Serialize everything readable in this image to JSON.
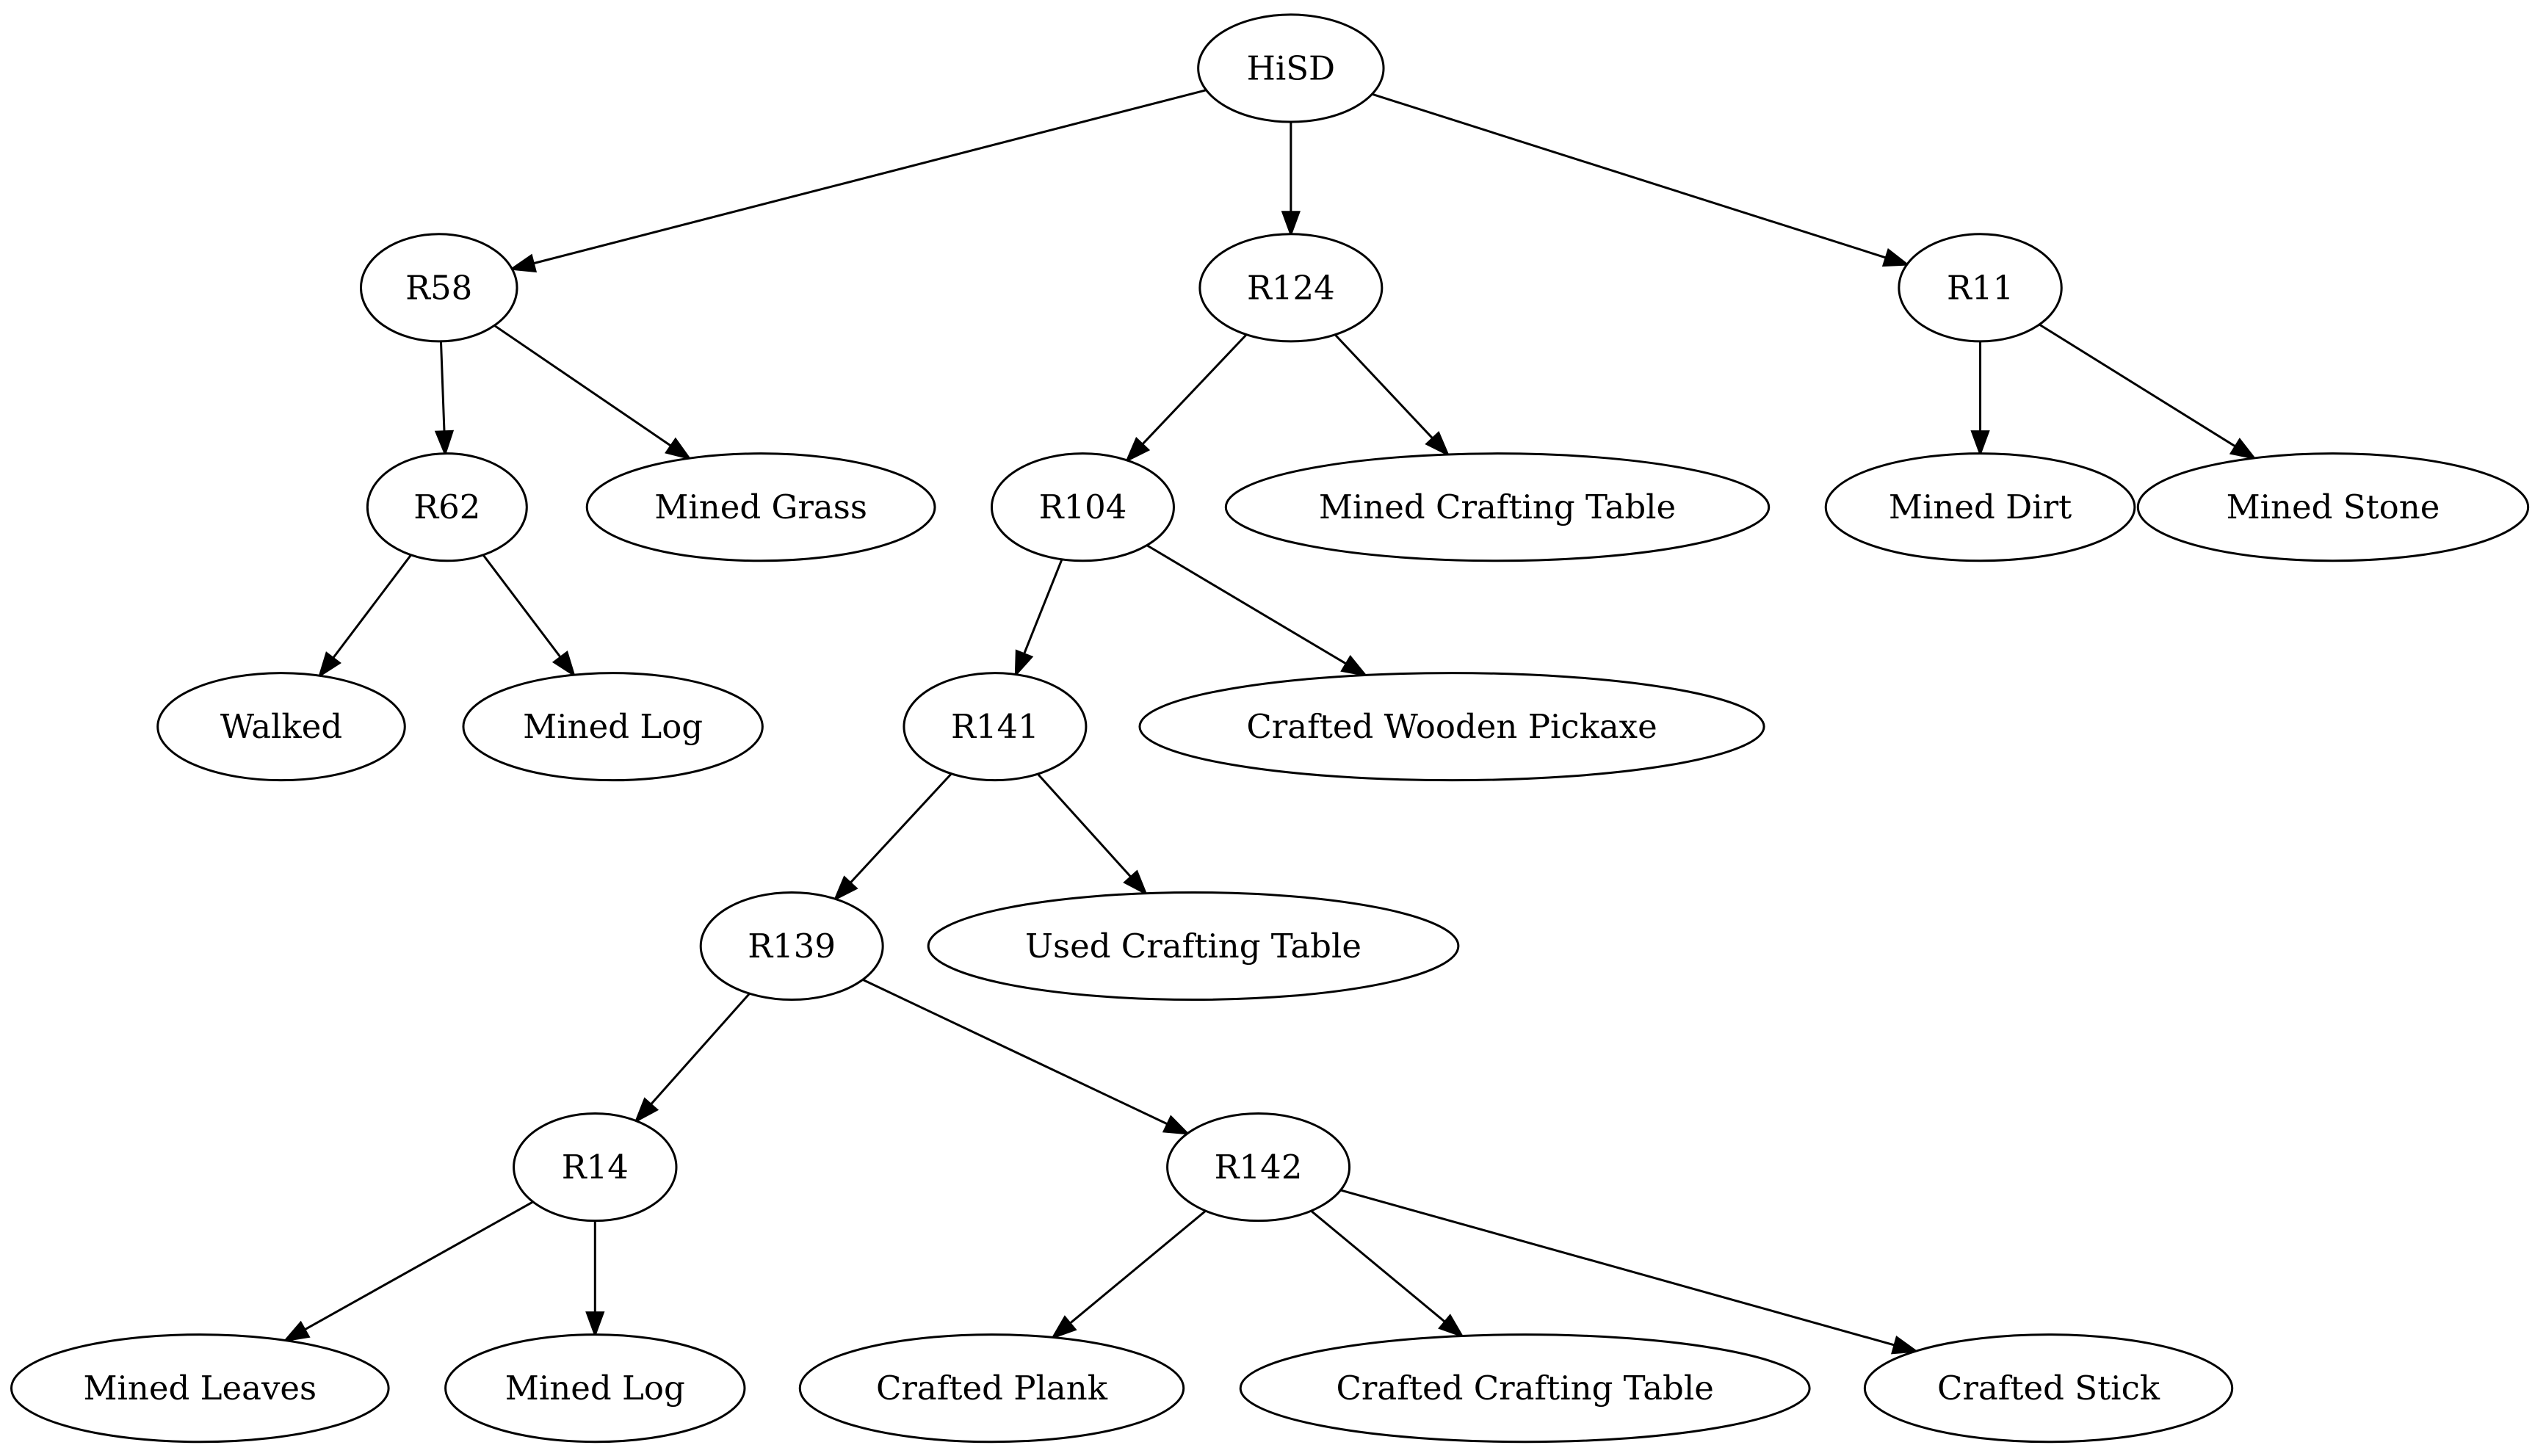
{
  "graph": {
    "nodes": [
      {
        "id": "hisd",
        "label": "HiSD"
      },
      {
        "id": "r58",
        "label": "R58"
      },
      {
        "id": "r124",
        "label": "R124"
      },
      {
        "id": "r11",
        "label": "R11"
      },
      {
        "id": "r62",
        "label": "R62"
      },
      {
        "id": "mined-grass",
        "label": "Mined Grass"
      },
      {
        "id": "r104",
        "label": "R104"
      },
      {
        "id": "mined-crafting-table",
        "label": "Mined Crafting Table"
      },
      {
        "id": "mined-dirt",
        "label": "Mined Dirt"
      },
      {
        "id": "mined-stone",
        "label": "Mined Stone"
      },
      {
        "id": "walked",
        "label": "Walked"
      },
      {
        "id": "mined-log-1",
        "label": "Mined Log"
      },
      {
        "id": "r141",
        "label": "R141"
      },
      {
        "id": "crafted-wooden-pickaxe",
        "label": "Crafted Wooden Pickaxe"
      },
      {
        "id": "r139",
        "label": "R139"
      },
      {
        "id": "used-crafting-table",
        "label": "Used Crafting Table"
      },
      {
        "id": "r14",
        "label": "R14"
      },
      {
        "id": "r142",
        "label": "R142"
      },
      {
        "id": "mined-leaves",
        "label": "Mined Leaves"
      },
      {
        "id": "mined-log-2",
        "label": "Mined Log"
      },
      {
        "id": "crafted-plank",
        "label": "Crafted Plank"
      },
      {
        "id": "crafted-crafting-table",
        "label": "Crafted Crafting Table"
      },
      {
        "id": "crafted-stick",
        "label": "Crafted Stick"
      }
    ],
    "edges": [
      {
        "from": "hisd",
        "to": "r58"
      },
      {
        "from": "hisd",
        "to": "r124"
      },
      {
        "from": "hisd",
        "to": "r11"
      },
      {
        "from": "r58",
        "to": "r62"
      },
      {
        "from": "r58",
        "to": "mined-grass"
      },
      {
        "from": "r124",
        "to": "r104"
      },
      {
        "from": "r124",
        "to": "mined-crafting-table"
      },
      {
        "from": "r11",
        "to": "mined-dirt"
      },
      {
        "from": "r11",
        "to": "mined-stone"
      },
      {
        "from": "r62",
        "to": "walked"
      },
      {
        "from": "r62",
        "to": "mined-log-1"
      },
      {
        "from": "r104",
        "to": "r141"
      },
      {
        "from": "r104",
        "to": "crafted-wooden-pickaxe"
      },
      {
        "from": "r141",
        "to": "r139"
      },
      {
        "from": "r141",
        "to": "used-crafting-table"
      },
      {
        "from": "r139",
        "to": "r14"
      },
      {
        "from": "r139",
        "to": "r142"
      },
      {
        "from": "r14",
        "to": "mined-leaves"
      },
      {
        "from": "r14",
        "to": "mined-log-2"
      },
      {
        "from": "r142",
        "to": "crafted-plank"
      },
      {
        "from": "r142",
        "to": "crafted-crafting-table"
      },
      {
        "from": "r142",
        "to": "crafted-stick"
      }
    ]
  }
}
